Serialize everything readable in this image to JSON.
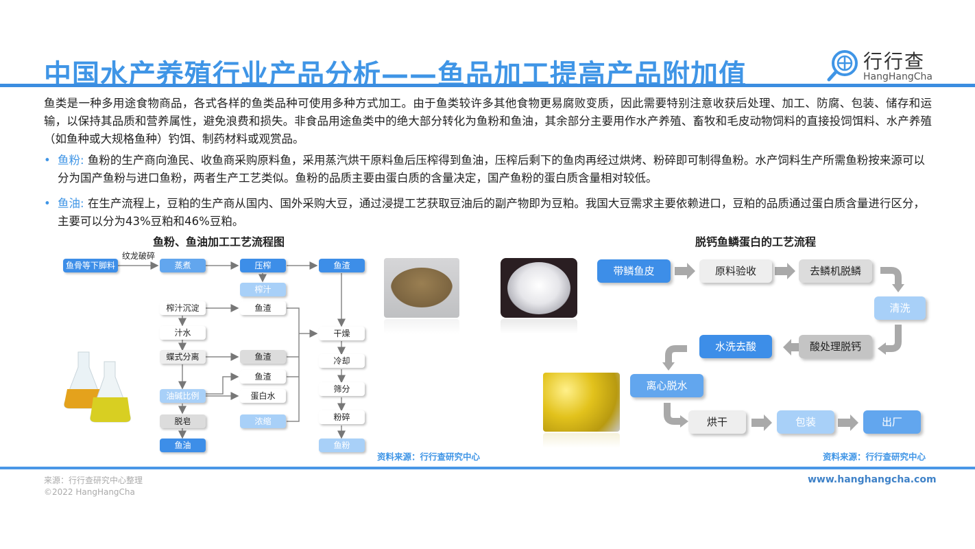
{
  "header": {
    "title": "中国水产养殖行业产品分析——鱼品加工提高产品附加值",
    "logo_cn": "行行查",
    "logo_en": "HangHangCha",
    "accent_color": "#3f95e6"
  },
  "intro": "鱼类是一种多用途食物商品，各式各样的鱼类品种可使用多种方式加工。由于鱼类较许多其他食物更易腐败变质，因此需要特别注意收获后处理、加工、防腐、包装、储存和运输，以保持其品质和营养属性，避免浪费和损失。非食品用途鱼类中的绝大部分转化为鱼粉和鱼油，其余部分主要用作水产养殖、畜牧和毛皮动物饲料的直接投饲饵料、水产养殖（如鱼种或大规格鱼种）钓饵、制药材料或观赏品。",
  "bullets": [
    {
      "label": "鱼粉:",
      "text": "鱼粉的生产商向渔民、收鱼商采购原料鱼，采用蒸汽烘干原料鱼后压榨得到鱼油，压榨后剩下的鱼肉再经过烘烤、粉碎即可制得鱼粉。水产饲料生产所需鱼粉按来源可以分为国产鱼粉与进口鱼粉，两者生产工艺类似。鱼粉的品质主要由蛋白质的含量决定，国产鱼粉的蛋白质含量相对较低。"
    },
    {
      "label": "鱼油:",
      "text": "在生产流程上，豆粕的生产商从国内、国外采购大豆，通过浸提工艺获取豆油后的副产物即为豆粕。我国大豆需求主要依赖进口，豆粕的品质通过蛋白质含量进行区分，主要可以分为43%豆粕和46%豆粕。"
    }
  ],
  "left_chart": {
    "title": "鱼粉、鱼油加工工艺流程图",
    "edge_label": "纹龙破碎",
    "nodes": {
      "raw": "鱼骨等下脚料",
      "steam": "蒸煮",
      "press": "压榨",
      "residue_top": "鱼渣",
      "press_juice": "榨汁",
      "sediment": "榨汁沉淀",
      "residue_2": "鱼渣",
      "juice_water": "汁水",
      "dry": "干燥",
      "separate": "蝶式分离",
      "residue_3": "鱼渣",
      "cool": "冷却",
      "residue_4": "鱼渣",
      "oil_ratio": "油碱比例",
      "protein_water": "蛋白水",
      "sieve": "筛分",
      "concentrate": "浓缩",
      "grind": "粉碎",
      "desoap": "脱皂",
      "fish_oil": "鱼油",
      "fish_meal": "鱼粉"
    },
    "source": "资料来源：行行查研究中心"
  },
  "right_chart": {
    "title": "脱钙鱼鳞蛋白的工艺流程",
    "steps": [
      "带鳞鱼皮",
      "原料验收",
      "去鳞机脱鳞",
      "清洗",
      "酸处理脱钙",
      "水洗去酸",
      "离心脱水",
      "烘干",
      "包装",
      "出厂"
    ],
    "source": "资料来源：行行查研究中心"
  },
  "images": {
    "fish_oil_flasks": "fish-oil-flasks",
    "fish_meal_powder": "fish-meal-powder",
    "fish_scale_flakes": "fish-scale-flakes",
    "fish_oil_capsules": "fish-oil-capsules"
  },
  "footer": {
    "source": "来源：行行查研究中心整理",
    "copyright": "©2022 HangHangCha",
    "url": "www.hanghangcha.com"
  }
}
